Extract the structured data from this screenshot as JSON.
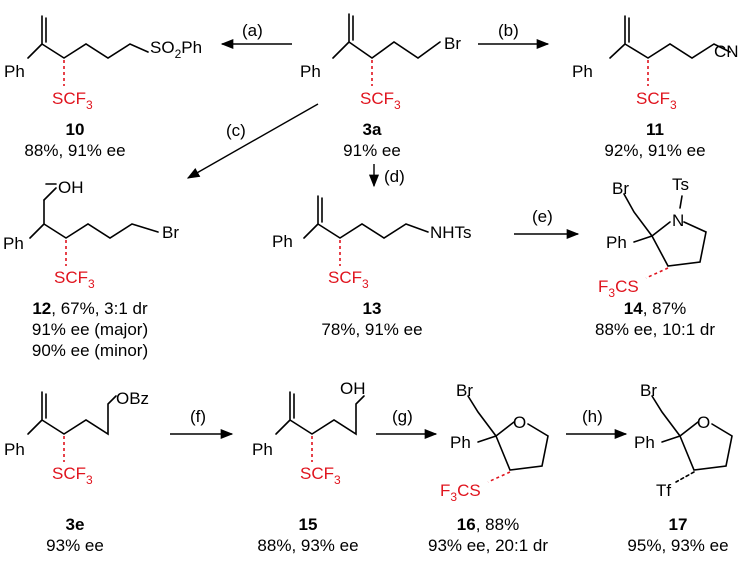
{
  "atoms": {
    "ph": "Ph",
    "scf3": "SCF",
    "scf3_sub": "3",
    "f3cs": "F",
    "f3cs_sub": "3",
    "f3cs_tail": "CS",
    "br": "Br",
    "cn": "CN",
    "so2ph_a": "SO",
    "so2ph_sub": "2",
    "so2ph_b": "Ph",
    "oh": "OH",
    "nhts": "NHTs",
    "n": "N",
    "ts": "Ts",
    "o": "O",
    "obz": "OBz",
    "tf": "Tf"
  },
  "arrows": {
    "a": "(a)",
    "b": "(b)",
    "c": "(c)",
    "d": "(d)",
    "e": "(e)",
    "f": "(f)",
    "g": "(g)",
    "h": "(h)"
  },
  "compounds": {
    "c10": {
      "num": "10",
      "line1": "88%, 91% ee"
    },
    "c3a": {
      "num": "3a",
      "line1": "91% ee"
    },
    "c11": {
      "num": "11",
      "line1": "92%, 91% ee"
    },
    "c12": {
      "num": "12",
      "suffix": ", 67%, 3:1 dr",
      "line2": "91% ee (major)",
      "line3": "90% ee (minor)"
    },
    "c13": {
      "num": "13",
      "line1": "78%, 91% ee"
    },
    "c14": {
      "num": "14",
      "suffix": ", 87%",
      "line2": "88% ee, 10:1 dr"
    },
    "c3e": {
      "num": "3e",
      "line1": "93% ee"
    },
    "c15": {
      "num": "15",
      "line1": "88%, 93% ee"
    },
    "c16": {
      "num": "16",
      "suffix": ", 88%",
      "line2": "93% ee, 20:1 dr"
    },
    "c17": {
      "num": "17",
      "line1": "95%, 93% ee"
    }
  },
  "colors": {
    "scf3": "#e0141e",
    "bond": "#000000"
  }
}
